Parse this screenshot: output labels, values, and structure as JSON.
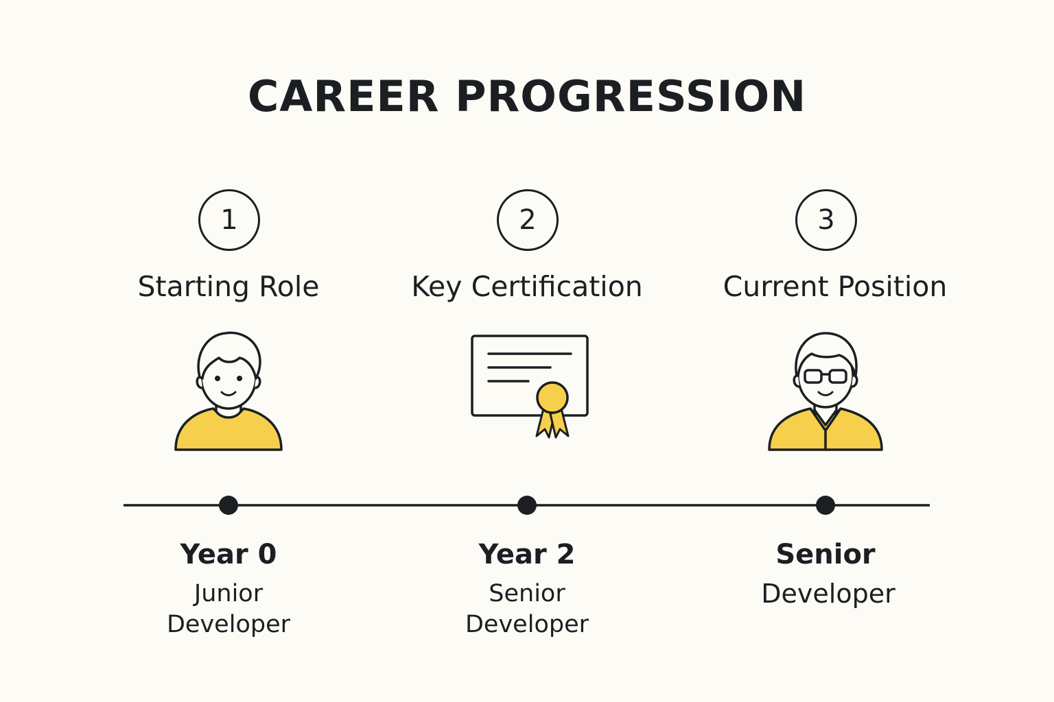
{
  "title": "CAREER PROGRESSION",
  "colors": {
    "background": "#fcfbf6",
    "ink": "#1b1f22",
    "accent": "#f6d04d"
  },
  "steps": [
    {
      "number": "1",
      "label": "Starting Role",
      "icon": "junior-person-icon",
      "milestone": "Year 0",
      "role": "Junior\nDeveloper"
    },
    {
      "number": "2",
      "label": "Key Certification",
      "icon": "certificate-icon",
      "milestone": "Year 2",
      "role": "Senior\nDeveloper"
    },
    {
      "number": "3",
      "label": "Current Position",
      "icon": "senior-person-with-glasses-icon",
      "milestone": "Senior",
      "role": "Developer"
    }
  ]
}
